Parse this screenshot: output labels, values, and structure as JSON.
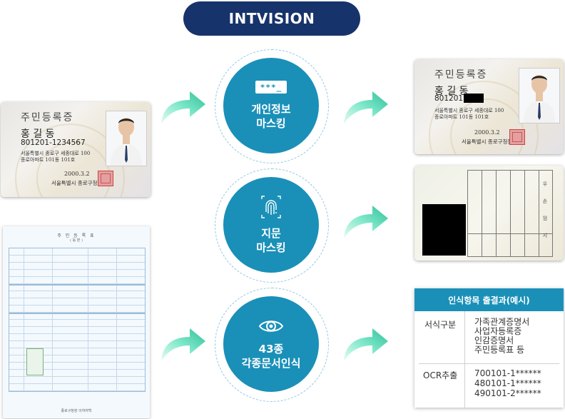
{
  "header": {
    "title": "INTVISION"
  },
  "steps": [
    {
      "icon": "masked-password-icon",
      "icon_text": "***_",
      "label_line1": "개인정보",
      "label_line2": "마스킹"
    },
    {
      "icon": "fingerprint-icon",
      "label_line1": "지문",
      "label_line2": "마스킹"
    },
    {
      "icon": "eye-icon",
      "label_line1": "43종",
      "label_line2": "각종문서인식"
    }
  ],
  "id_card": {
    "title": "주민등록증",
    "name": "홍 길 동",
    "number": "801201-1234567",
    "number_masked": "801201",
    "address_line1": "서울특별시 종로구 세종대로 100",
    "address_line2": "종로아파트 101동 101호",
    "date": "2000.3.2",
    "office": "서울특별시 종로구청장"
  },
  "card_back": {
    "vertical_text": [
      "우",
      "손",
      "엄",
      "지"
    ]
  },
  "document": {
    "title": "주 민 등 록 표",
    "subtitle": "( 등 본 )",
    "footer": "종로구청장 이하여백"
  },
  "result_table": {
    "title": "인식항목 출결과(예시)",
    "rows": [
      {
        "label": "서식구분",
        "values": [
          "가족관계증명서",
          "사업자등록증",
          "인감증명서",
          "주민등록표 등"
        ]
      },
      {
        "label": "OCR추출",
        "values": [
          "700101-1******",
          "480101-1******",
          "490101-2******"
        ]
      }
    ]
  },
  "colors": {
    "header_bg": "#17336b",
    "circle_bg": "#1a90b8",
    "ring": "#8fc7e3",
    "arrow_start": "#7ee8c9",
    "arrow_end": "#2fbf9b"
  }
}
